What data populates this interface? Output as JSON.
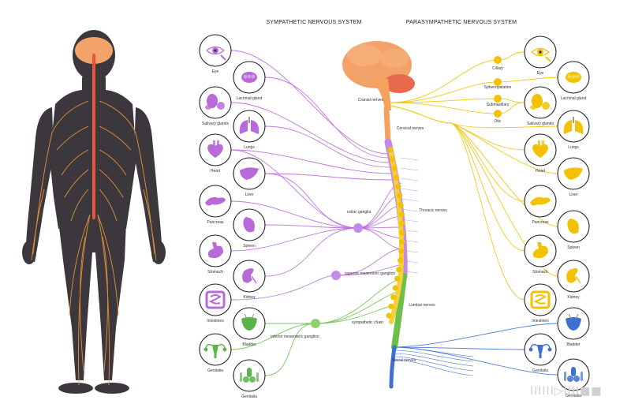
{
  "headers": {
    "sympathetic": "SYMPATHETIC NERVOUS SYSTEM",
    "parasympathetic": "PARASYMPATHETIC NERVOUS SYSTEM"
  },
  "colors": {
    "sympathetic": "#b96ad9",
    "parasympathetic": "#f2c200",
    "lumbar_chain": "#6cc04a",
    "sacral": "#3f6fd1",
    "brain": "#f3a26a",
    "body": "#3b373c",
    "nerves": "#e8973a",
    "spinal_cord": "#e8533f"
  },
  "left_organs": [
    {
      "label": "Eye",
      "icon": "eye-icon"
    },
    {
      "label": "Lacrimal gland",
      "icon": "lacrimal-gland-icon"
    },
    {
      "label": "Salivary glands",
      "icon": "salivary-glands-icon"
    },
    {
      "label": "Lungs",
      "icon": "lungs-icon"
    },
    {
      "label": "Heart",
      "icon": "heart-icon"
    },
    {
      "label": "Liver",
      "icon": "liver-icon"
    },
    {
      "label": "Pancreas",
      "icon": "pancreas-icon"
    },
    {
      "label": "Spleen",
      "icon": "spleen-icon"
    },
    {
      "label": "Stomach",
      "icon": "stomach-icon"
    },
    {
      "label": "Kidney",
      "icon": "kidney-icon"
    },
    {
      "label": "Intestines",
      "icon": "intestines-icon"
    },
    {
      "label": "Bladder",
      "icon": "bladder-icon"
    },
    {
      "label": "Genitalia",
      "icon": "female-genitalia-icon"
    },
    {
      "label": "Genitalia",
      "icon": "male-genitalia-icon"
    }
  ],
  "right_organs": [
    {
      "label": "Eye",
      "icon": "eye-icon"
    },
    {
      "label": "Lacrimal gland",
      "icon": "lacrimal-gland-icon"
    },
    {
      "label": "Salivary glands",
      "icon": "salivary-glands-icon"
    },
    {
      "label": "Lungs",
      "icon": "lungs-icon"
    },
    {
      "label": "Heart",
      "icon": "heart-icon"
    },
    {
      "label": "Liver",
      "icon": "liver-icon"
    },
    {
      "label": "Pancreas",
      "icon": "pancreas-icon"
    },
    {
      "label": "Spleen",
      "icon": "spleen-icon"
    },
    {
      "label": "Stomach",
      "icon": "stomach-icon"
    },
    {
      "label": "Kidney",
      "icon": "kidney-icon"
    },
    {
      "label": "Intestines",
      "icon": "intestines-icon"
    },
    {
      "label": "Bladder",
      "icon": "bladder-icon"
    },
    {
      "label": "Genitalia",
      "icon": "female-genitalia-icon"
    },
    {
      "label": "Genitalia",
      "icon": "male-genitalia-icon"
    }
  ],
  "ganglia": {
    "ciliary": "Ciliary",
    "sphenopalatine": "Sphenopalatine",
    "submaxillary": "Submaxillary",
    "otic": "Otic",
    "celiac": "celiac ganglia",
    "superior_mesenteric": "superior mesenteric ganglion",
    "inferior_mesenteric": "inferior mesenteric ganglion",
    "sympathetic_chain": "sympathetic chain"
  },
  "spine_labels": {
    "cranial": "Cranial nerves",
    "cervical": "Cervical nerves",
    "thoracic": "Thoracic nerves",
    "lumbar": "Lumbar nerves",
    "sacral": "Sacral nerves"
  },
  "watermark": "IIIIII▷IIII■■"
}
